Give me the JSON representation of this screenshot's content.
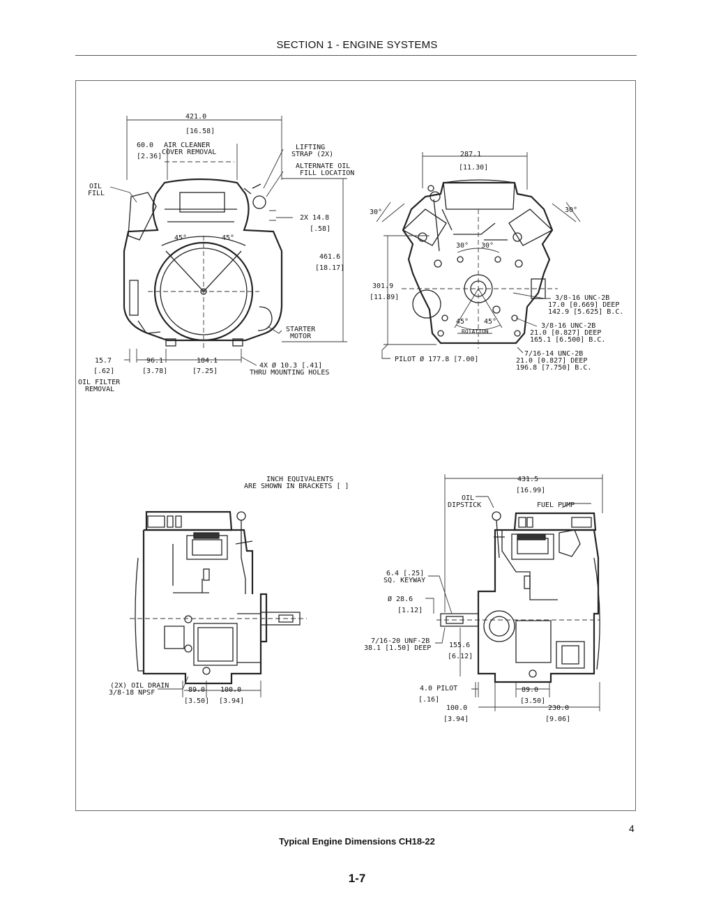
{
  "header": {
    "section_title": "SECTION 1 - ENGINE SYSTEMS"
  },
  "figure": {
    "number": "4",
    "caption": "Typical Engine Dimensions CH18-22",
    "note": [
      "INCH EQUIVALENTS",
      "ARE SHOWN IN BRACKETS [  ]"
    ]
  },
  "footer": {
    "page_number": "1-7"
  },
  "front_view": {
    "width_mm": "421.0",
    "width_in": "[16.58]",
    "air_cleaner_mm": "60.0",
    "air_cleaner_label": "AIR CLEANER",
    "air_cleaner_label2": "COVER REMOVAL",
    "air_cleaner_in": "[2.36]",
    "lifting_strap": "LIFTING",
    "lifting_strap2": "STRAP (2X)",
    "alt_oil_fill": "ALTERNATE OIL",
    "alt_oil_fill2": "FILL LOCATION",
    "oil_fill": "OIL",
    "oil_fill2": "FILL",
    "two_x": "2X 14.8",
    "two_x_in": "[.58]",
    "angle_left": "45°",
    "angle_right": "45°",
    "height_mm": "461.6",
    "height_in": "[18.17]",
    "starter": "STARTER",
    "starter2": "MOTOR",
    "filter_mm": "15.7",
    "filter_in": "[.62]",
    "filter_label": "OIL FILTER",
    "filter_label2": "REMOVAL",
    "base_a_mm": "96.1",
    "base_a_in": "[3.78]",
    "base_b_mm": "184.1",
    "base_b_in": "[7.25]",
    "holes": "4X Ø 10.3 [.41]",
    "holes2": "THRU MOUNTING HOLES"
  },
  "rear_view": {
    "width_mm": "287.1",
    "width_in": "[11.30]",
    "angle_a": "30°",
    "angle_b": "30°",
    "angle_c": "30°",
    "angle_d": "30°",
    "height_mm": "301.9",
    "height_in": "[11.89]",
    "thread1": "3/8-16 UNC-2B",
    "thread1_b": "17.0 [0.669] DEEP",
    "thread1_c": "142.9 [5.625] B.C.",
    "thread2": "3/8-16 UNC-2B",
    "thread2_b": "21.0 [0.827] DEEP",
    "thread2_c": "165.1 [6.500] B.C.",
    "thread3": "7/16-14 UNC-2B",
    "thread3_b": "21.0 [0.827] DEEP",
    "thread3_c": "196.8 [7.750] B.C.",
    "angle_e": "45°",
    "angle_f": "45°",
    "rotation": "ROTATION",
    "pilot": "PILOT Ø 177.8 [7.00]"
  },
  "left_side_view": {
    "oil_drain": "(2X) OIL DRAIN",
    "oil_drain2": "3/8-18 NPSF",
    "a_mm": "89.0",
    "a_in": "[3.50]",
    "b_mm": "100.0",
    "b_in": "[3.94]"
  },
  "right_side_view": {
    "width_mm": "431.5",
    "width_in": "[16.99]",
    "dipstick": "OIL",
    "dipstick2": "DIPSTICK",
    "fuel_pump": "FUEL PUMP",
    "keyway": "6.4 [.25]",
    "keyway2": "SQ. KEYWAY",
    "shaft_mm": "Ø 28.6",
    "shaft_in": "[1.12]",
    "tap": "7/16-20 UNF-2B",
    "tap2": "38.1 [1.50] DEEP",
    "shaft_h_mm": "155.6",
    "shaft_h_in": "[6.12]",
    "pilot_mm": "4.0 PILOT",
    "pilot_in": "[.16]",
    "a_mm": "89.0",
    "a_in": "[3.50]",
    "b_mm": "100.0",
    "b_in": "[3.94]",
    "c_mm": "230.0",
    "c_in": "[9.06]"
  }
}
